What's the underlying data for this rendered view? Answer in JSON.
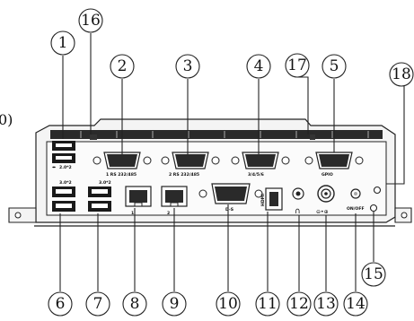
{
  "fragment_left_label": "0)",
  "callouts": [
    "1",
    "2",
    "3",
    "4",
    "5",
    "6",
    "7",
    "8",
    "9",
    "10",
    "11",
    "12",
    "13",
    "14",
    "15",
    "16",
    "17",
    "18"
  ],
  "port_labels": {
    "usb_top": "2.0*2",
    "usb_left_bottom": "3.0*2",
    "usb_right_bottom": "3.0*2",
    "com1": "1 RS 232/485",
    "com2": "2 RS 232/485",
    "com3": "3/4/5/6",
    "gpio": "GPIO",
    "lan1": "1",
    "lan2": "2",
    "vga": "D-S",
    "hdmi": "HDMI",
    "onoff": "ON/OFF"
  }
}
